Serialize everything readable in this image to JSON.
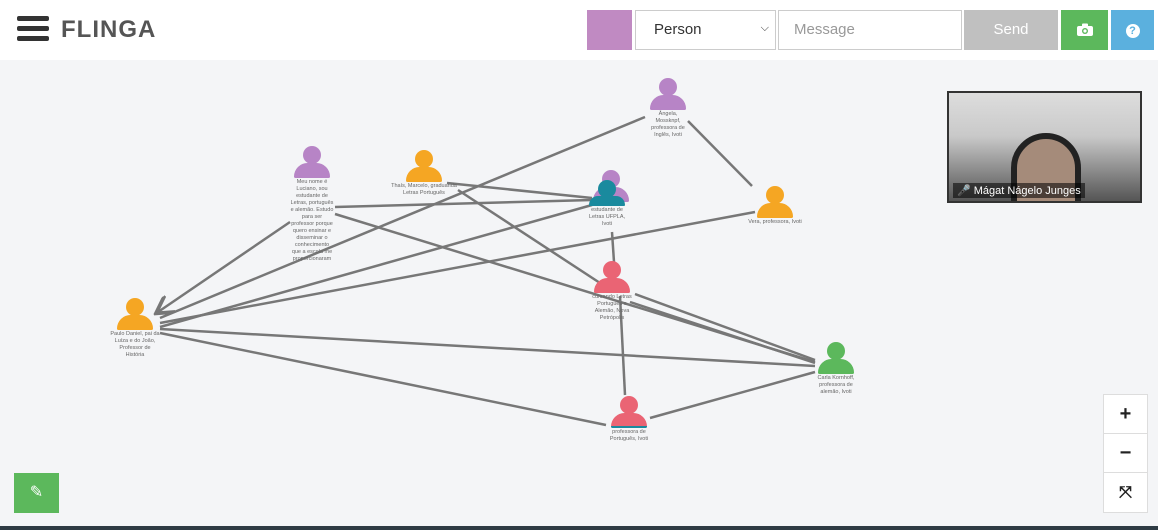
{
  "header": {
    "app_name": "FLINGA",
    "person_select": "Person",
    "message_placeholder": "Message",
    "send_label": "Send",
    "camera_icon": "camera-icon",
    "help_icon": "?",
    "accent_color": "#c08ac2"
  },
  "nodes": [
    {
      "id": "luciano",
      "color": "#b784c6",
      "label": "Meu nome é Luciano, sou estudante de Letras, português e alemão. Estudo para ser professor porque quero ensinar e disseminar o conhecimento que a escola me proporcionaram"
    },
    {
      "id": "thais",
      "color": "#f5a623",
      "label": "Thaís, Marcelo, graduanda Letras Português"
    },
    {
      "id": "cluster",
      "color": "#1a8a9e",
      "label": "estudante de Letras UFPLA, Ivoti"
    },
    {
      "id": "angela",
      "color": "#b784c6",
      "label": "Ângela, Mossknpf, professora de Inglês, Ivoti"
    },
    {
      "id": "vera",
      "color": "#f5a623",
      "label": "Vera, professora, Ivoti"
    },
    {
      "id": "paulo",
      "color": "#f5a623",
      "label": "Paulo Daniel, pai da Luíza e do João, Professor de História"
    },
    {
      "id": "red-mid",
      "color": "#ea6474",
      "label": "cursando Letras Português e Alemão, Nova Petrópolis"
    },
    {
      "id": "carla",
      "color": "#5cb85c",
      "label": "Carla Kornhoff, professora de alemão, Ivoti"
    },
    {
      "id": "red-bottom",
      "color": "#ea6474",
      "label": "professora de Português, Ivoti"
    }
  ],
  "video": {
    "participant": "Mágat Nágelo Junges"
  },
  "zoom_controls": {
    "in": "+",
    "out": "−",
    "fit": "⤧"
  },
  "edit_icon": "✎"
}
